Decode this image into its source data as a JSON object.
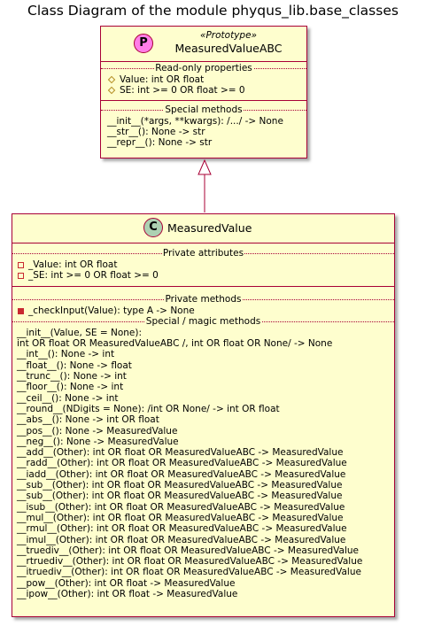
{
  "title": "Class Diagram of the module phyqus_lib.base_classes",
  "abc": {
    "circle_letter": "P",
    "circle_color": "#ff7ee8",
    "stereotype": "«Prototype»",
    "name": "MeasuredValueABC",
    "sec1_label": "Read-only properties",
    "props": [
      "Value: int OR float",
      "SE: int >= 0 OR float >= 0"
    ],
    "sec2_label": "Special methods",
    "methods": [
      "__init__(*args, **kwargs): /.../ -> None",
      "__str__(): None -> str",
      "__repr__(): None -> str"
    ]
  },
  "mv": {
    "circle_letter": "C",
    "circle_color": "#add1b2",
    "name": "MeasuredValue",
    "sec1_label": "Private attributes",
    "attrs": [
      "_Value: int OR float",
      "_SE: int >= 0 OR float >= 0"
    ],
    "sec2_label": "Private methods",
    "private_methods": [
      "_checkInput(Value): type A -> None"
    ],
    "sec3_label": "Special / magic methods",
    "magic": [
      "__init__(Value, SE = None):",
      "int OR float OR MeasuredValueABC /, int OR float OR None/ -> None",
      "__int__(): None -> int",
      "__float__(): None -> float",
      "__trunc__(): None -> int",
      "__floor__(): None -> int",
      "__ceil__(): None -> int",
      "__round__(NDigits = None): /int OR None/ -> int OR float",
      "__abs__(): None -> int OR float",
      "__pos__(): None -> MeasuredValue",
      "__neg__(): None -> MeasuredValue",
      "__add__(Other): int OR float OR MeasuredValueABC -> MeasuredValue",
      "__radd__(Other): int OR float OR MeasuredValueABC -> MeasuredValue",
      "__iadd__(Other): int OR float OR MeasuredValueABC -> MeasuredValue",
      "__sub__(Other): int OR float OR MeasuredValueABC -> MeasuredValue",
      "__sub__(Other): int OR float OR MeasuredValueABC -> MeasuredValue",
      "__isub__(Other): int OR float OR MeasuredValueABC -> MeasuredValue",
      "__mul__(Other): int OR float OR MeasuredValueABC -> MeasuredValue",
      "__rmul__(Other): int OR float OR MeasuredValueABC -> MeasuredValue",
      "__imul__(Other): int OR float OR MeasuredValueABC -> MeasuredValue",
      "__truediv__(Other): int OR float OR MeasuredValueABC -> MeasuredValue",
      "__rtruediv__(Other): int OR float OR MeasuredValueABC -> MeasuredValue",
      "__itruediv__(Other): int OR float OR MeasuredValueABC -> MeasuredValue",
      "__pow__(Other): int OR float -> MeasuredValue",
      "__ipow__(Other): int OR float -> MeasuredValue"
    ]
  },
  "colors": {
    "class_fill": "#fefece",
    "class_border": "#a80036",
    "protected_icon": "#b38d22",
    "private_icon": "#c82930"
  }
}
